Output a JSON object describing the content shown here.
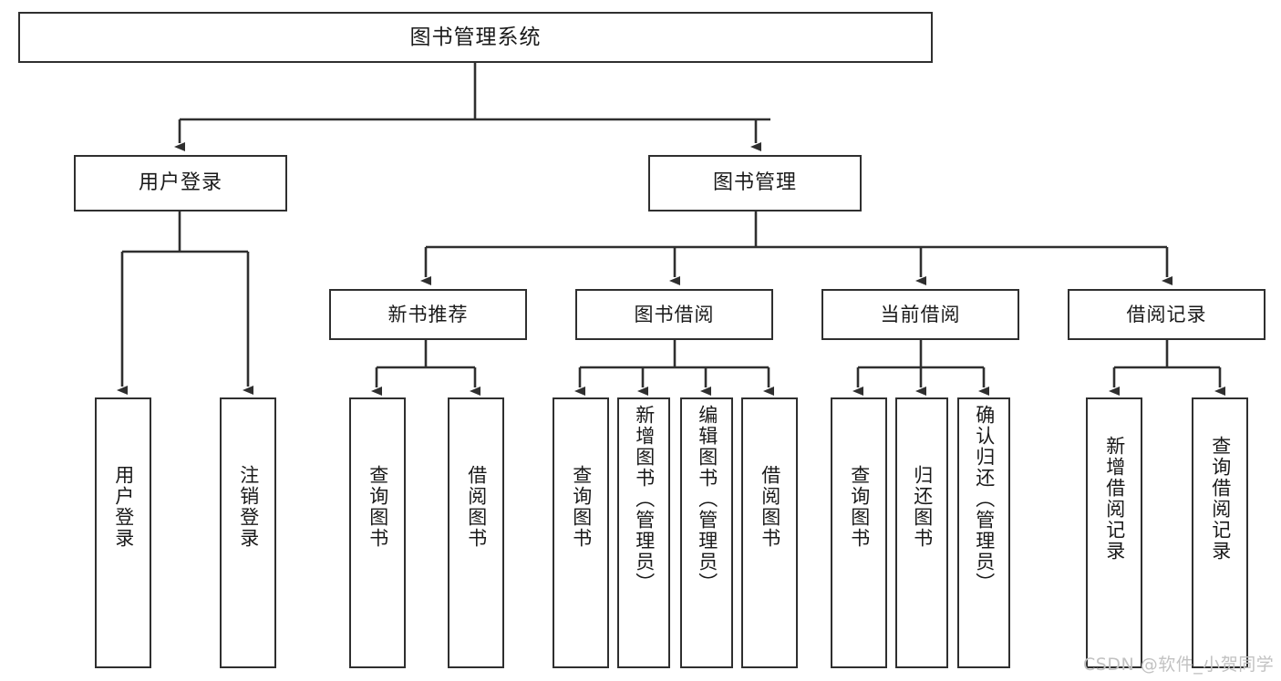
{
  "diagram": {
    "title": "图书管理系统",
    "type": "hierarchy-tree",
    "levels": 4,
    "root": {
      "label": "图书管理系统"
    },
    "level2": [
      {
        "label": "用户登录"
      },
      {
        "label": "图书管理"
      }
    ],
    "level3": [
      {
        "label": "新书推荐"
      },
      {
        "label": "图书借阅"
      },
      {
        "label": "当前借阅"
      },
      {
        "label": "借阅记录"
      }
    ],
    "leaves": {
      "user_login": [
        {
          "label": "用户登录"
        },
        {
          "label": "注销登录"
        }
      ],
      "new_book_recommend": [
        {
          "label": "查询图书"
        },
        {
          "label": "借阅图书"
        }
      ],
      "book_borrow": [
        {
          "label": "查询图书"
        },
        {
          "label": "新增图书（管理员）"
        },
        {
          "label": "编辑图书（管理员）"
        },
        {
          "label": "借阅图书"
        }
      ],
      "current_borrow": [
        {
          "label": "查询图书"
        },
        {
          "label": "归还图书"
        },
        {
          "label": "确认归还（管理员）"
        }
      ],
      "borrow_record": [
        {
          "label": "新增借阅记录"
        },
        {
          "label": "查询借阅记录"
        }
      ]
    }
  },
  "watermark": {
    "text": "CSDN @软件_小贺同学"
  },
  "colors": {
    "border": "#2f2f2f",
    "background": "#ffffff",
    "text": "#1a1a1a",
    "watermark": "#c2c2c2"
  }
}
